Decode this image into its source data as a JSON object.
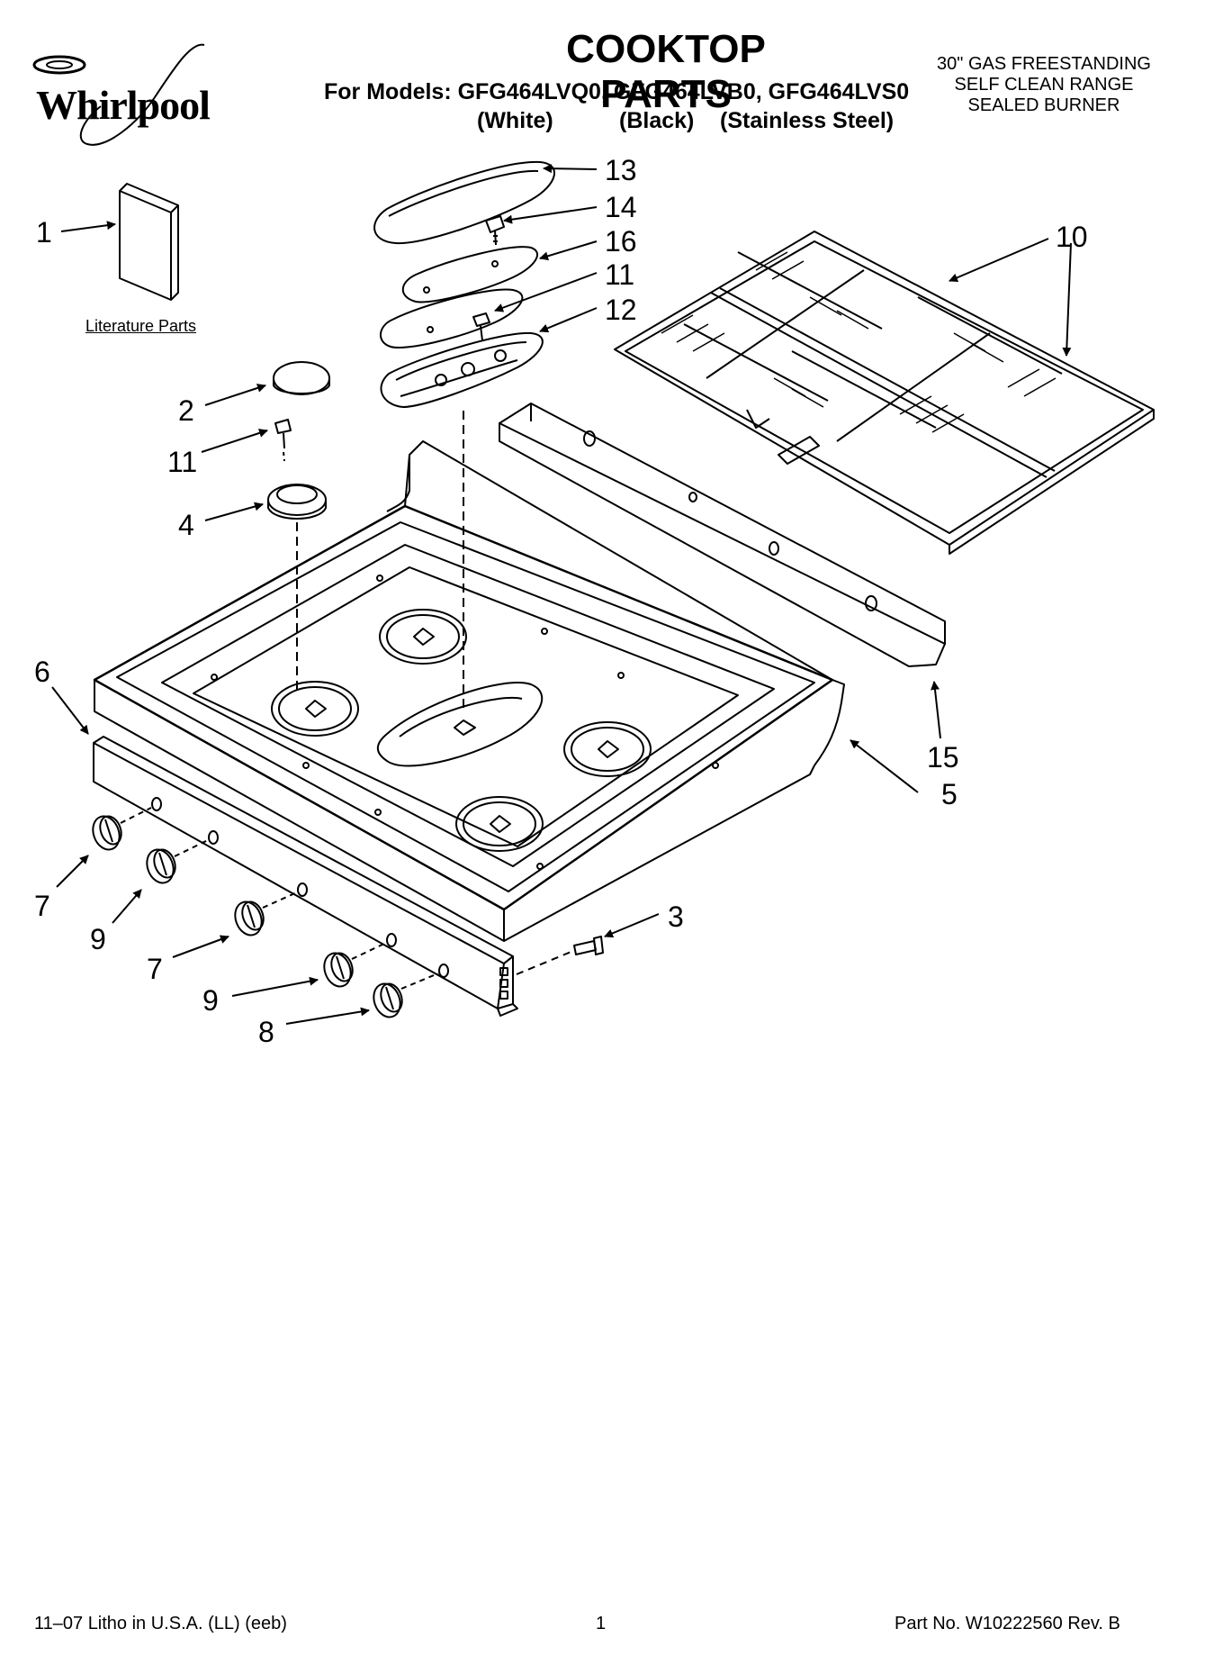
{
  "header": {
    "brand": "Whirlpool",
    "title": "COOKTOP PARTS",
    "models_line": "For Models: GFG464LVQ0, GFG464LVB0, GFG464LVS0",
    "variants": [
      "(White)",
      "(Black)",
      "(Stainless Steel)"
    ],
    "range_description": [
      "30\" GAS FREESTANDING",
      "SELF CLEAN RANGE",
      "SEALED BURNER"
    ]
  },
  "literature_label": "Literature Parts",
  "callouts": {
    "c1": "1",
    "c2": "2",
    "c3": "3",
    "c4": "4",
    "c5": "5",
    "c6": "6",
    "c7a": "7",
    "c7b": "7",
    "c8": "8",
    "c9a": "9",
    "c9b": "9",
    "c10": "10",
    "c11a": "11",
    "c11b": "11",
    "c12": "12",
    "c13": "13",
    "c14": "14",
    "c15": "15",
    "c16": "16"
  },
  "footer": {
    "left": "11–07 Litho in U.S.A. (LL) (eeb)",
    "page": "1",
    "right": "Part No. W10222560 Rev. B"
  }
}
